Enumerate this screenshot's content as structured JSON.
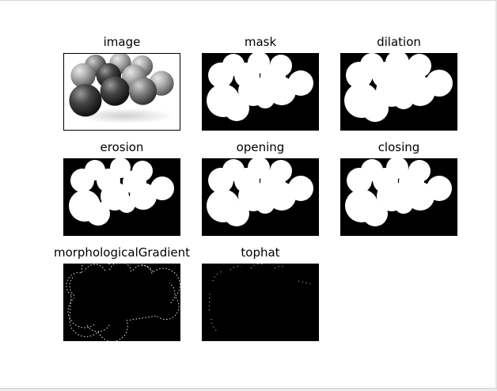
{
  "panels": [
    {
      "title": "image"
    },
    {
      "title": "mask"
    },
    {
      "title": "dilation"
    },
    {
      "title": "erosion"
    },
    {
      "title": "opening"
    },
    {
      "title": "closing"
    },
    {
      "title": "morphologicalGradient"
    },
    {
      "title": "tophat"
    }
  ],
  "colors": {
    "background": "#ffffff",
    "mask_fill": "#ffffff",
    "mask_background": "#000000"
  }
}
